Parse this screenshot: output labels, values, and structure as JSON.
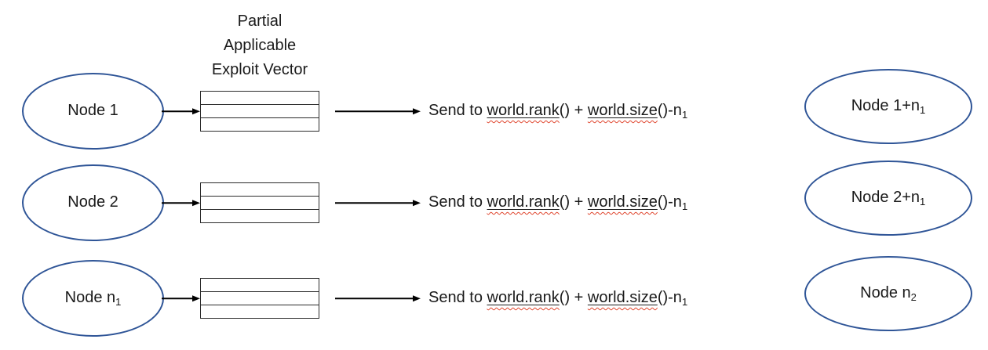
{
  "diagram": {
    "vector_label_lines": [
      "Partial",
      "Applicable",
      "Exploit Vector"
    ],
    "colors": {
      "ellipse_border": "#2F5597",
      "box_border": "#2b2b2b",
      "arrow": "#000000",
      "squiggle": "#e0442c"
    },
    "rows": [
      {
        "node": {
          "text": "Node 1",
          "sub": ""
        },
        "send": {
          "prefix": "Send to ",
          "fn1": "world.rank",
          "mid": "() + ",
          "fn2": "world.size",
          "suffix": "()-n",
          "sub": "1"
        },
        "target": {
          "text": "Node 1+n",
          "sub": "1"
        }
      },
      {
        "node": {
          "text": "Node 2",
          "sub": ""
        },
        "send": {
          "prefix": "Send to ",
          "fn1": "world.rank",
          "mid": "() + ",
          "fn2": "world.size",
          "suffix": "()-n",
          "sub": "1"
        },
        "target": {
          "text": "Node 2+n",
          "sub": "1"
        }
      },
      {
        "node": {
          "text": "Node n",
          "sub": "1"
        },
        "send": {
          "prefix": "Send to ",
          "fn1": "world.rank",
          "mid": "() + ",
          "fn2": "world.size",
          "suffix": "()-n",
          "sub": "1"
        },
        "target": {
          "text": "Node n",
          "sub": "2"
        }
      }
    ]
  }
}
